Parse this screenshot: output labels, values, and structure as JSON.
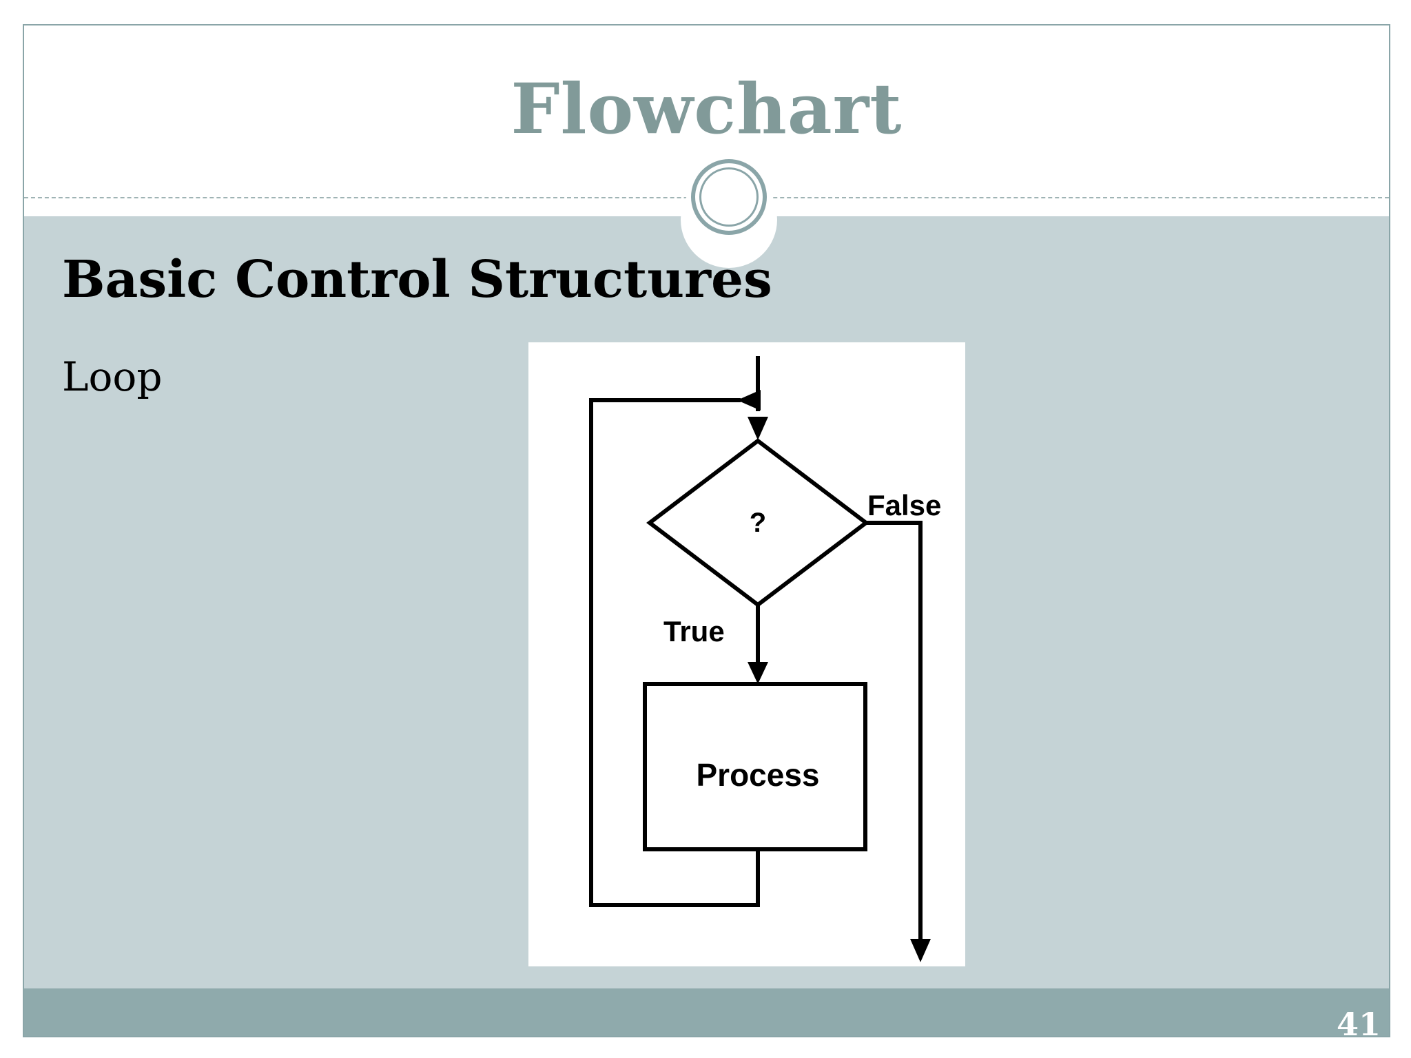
{
  "slide": {
    "title": "Flowchart",
    "heading": "Basic Control Structures",
    "body_text": "Loop",
    "page_number": "41"
  },
  "diagram": {
    "decision_label": "?",
    "true_label": "True",
    "false_label": "False",
    "process_label": "Process"
  },
  "colors": {
    "title": "#819a99",
    "body_background": "#c5d3d6",
    "footer": "#8faaac",
    "accent": "#8aa5a8"
  }
}
